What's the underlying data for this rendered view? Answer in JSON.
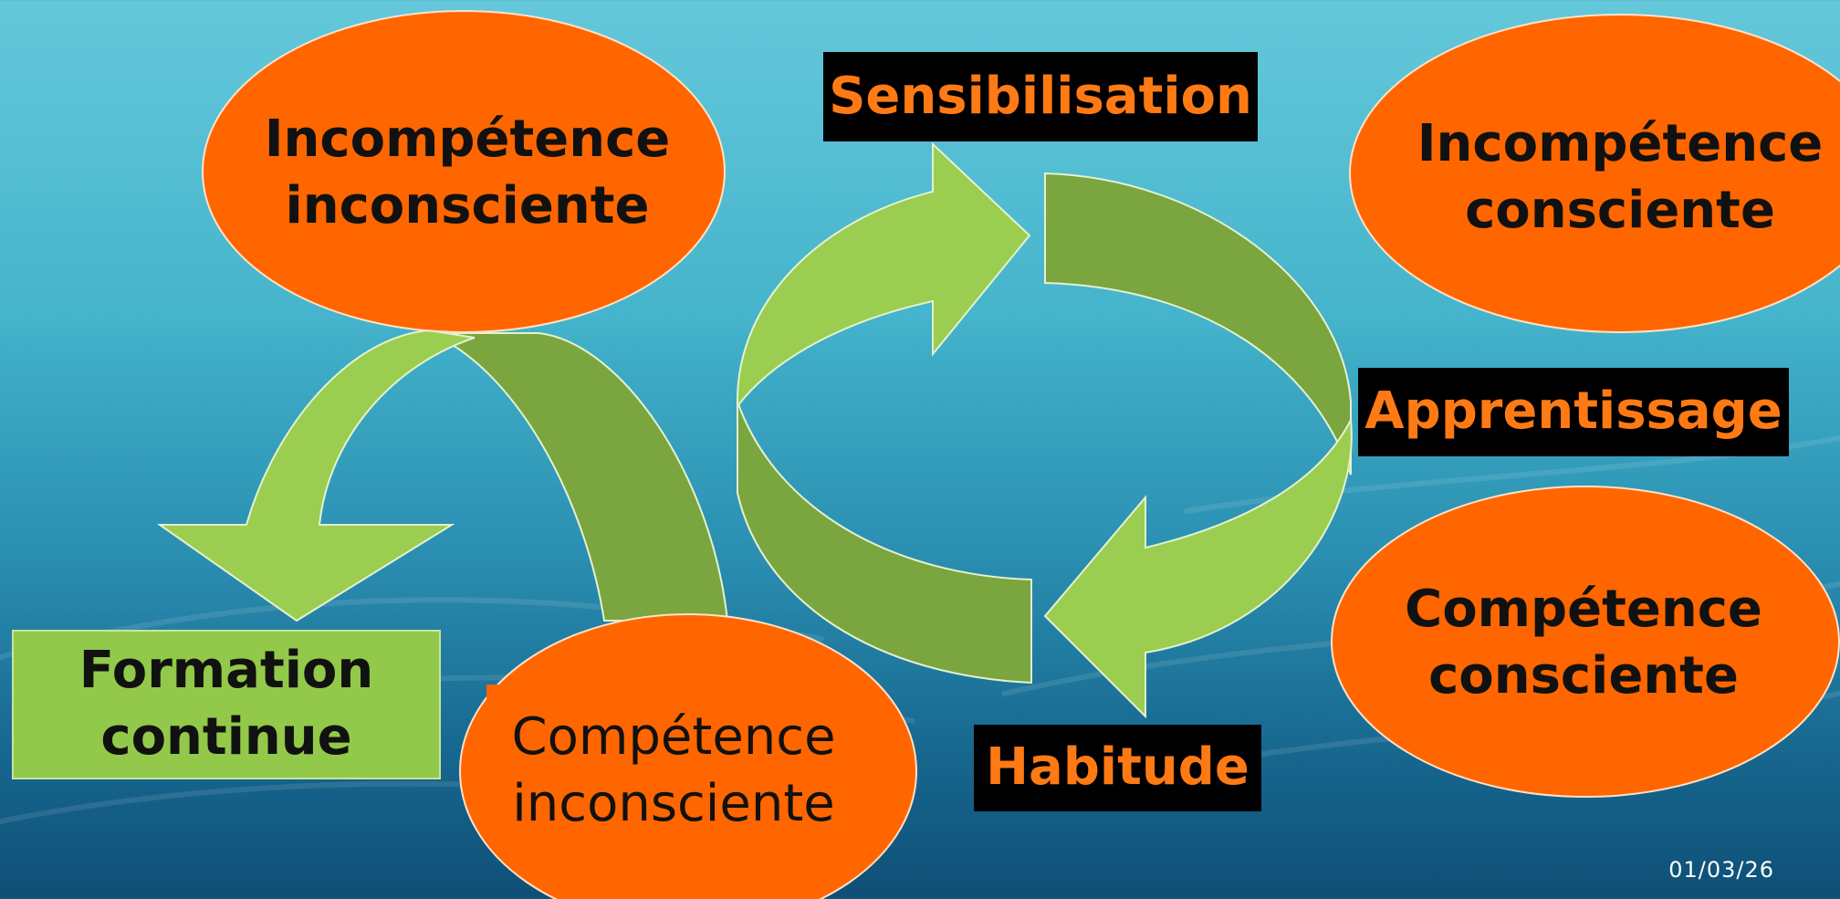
{
  "states": {
    "unconscious_incompetence": "Incompétence inconsciente",
    "conscious_incompetence": "Incompétence consciente",
    "conscious_competence": "Compétence consciente",
    "unconscious_competence": "Compétence inconsciente"
  },
  "transitions": {
    "awareness": "Sensibilisation",
    "learning": "Apprentissage",
    "habit": "Habitude"
  },
  "continuing": "Formation continue",
  "footer": {
    "date": "01/03/26"
  },
  "colors": {
    "state_fill": "#ff6600",
    "arrow_light": "#9acd50",
    "arrow_dark": "#7aa53f",
    "tag_background": "#000000",
    "tag_text": "#ff7a14",
    "box_fill": "#92c94a"
  }
}
